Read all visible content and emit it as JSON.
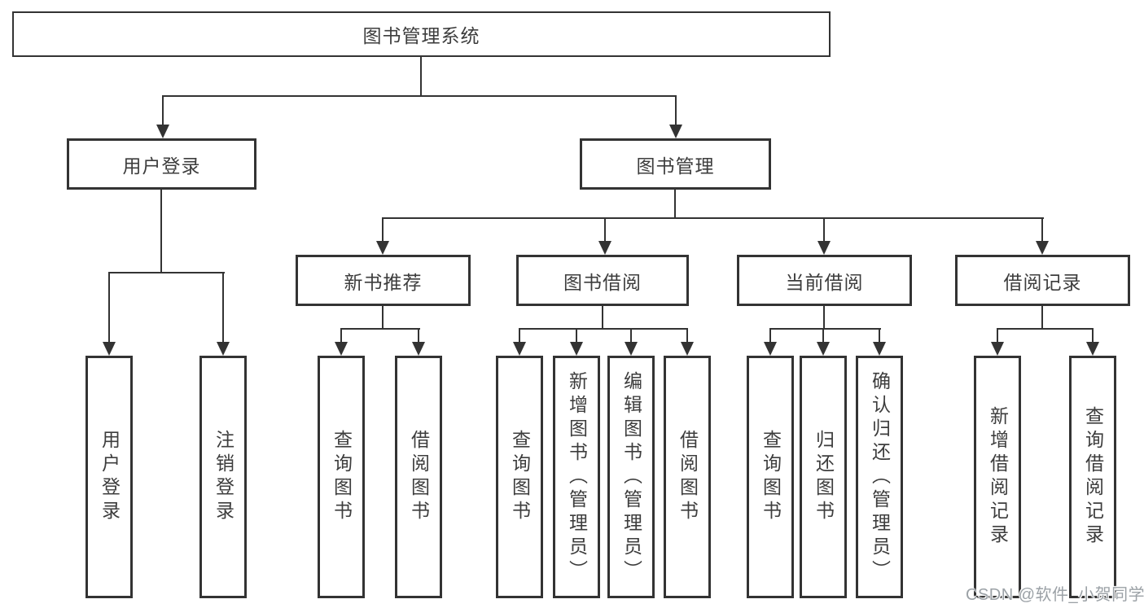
{
  "diagram": {
    "root": "图书管理系统",
    "level2": {
      "user_login": "用户登录",
      "book_management": "图书管理"
    },
    "level3": {
      "new_book_recommend": "新书推荐",
      "book_borrow": "图书借阅",
      "current_borrow": "当前借阅",
      "borrow_records": "借阅记录"
    },
    "leaves": {
      "login": "用户登录",
      "logout": "注销登录",
      "rec_query_books": "查询图书",
      "rec_borrow_books": "借阅图书",
      "borrow_query_books": "查询图书",
      "borrow_add_books": "新增图书（管理员）",
      "borrow_edit_books": "编辑图书（管理员）",
      "borrow_borrow_books": "借阅图书",
      "current_query_books": "查询图书",
      "current_return_books": "归还图书",
      "current_confirm_return": "确认归还（管理员）",
      "records_add": "新增借阅记录",
      "records_query": "查询借阅记录"
    },
    "watermark": "CSDN @软件_小贺同学"
  }
}
